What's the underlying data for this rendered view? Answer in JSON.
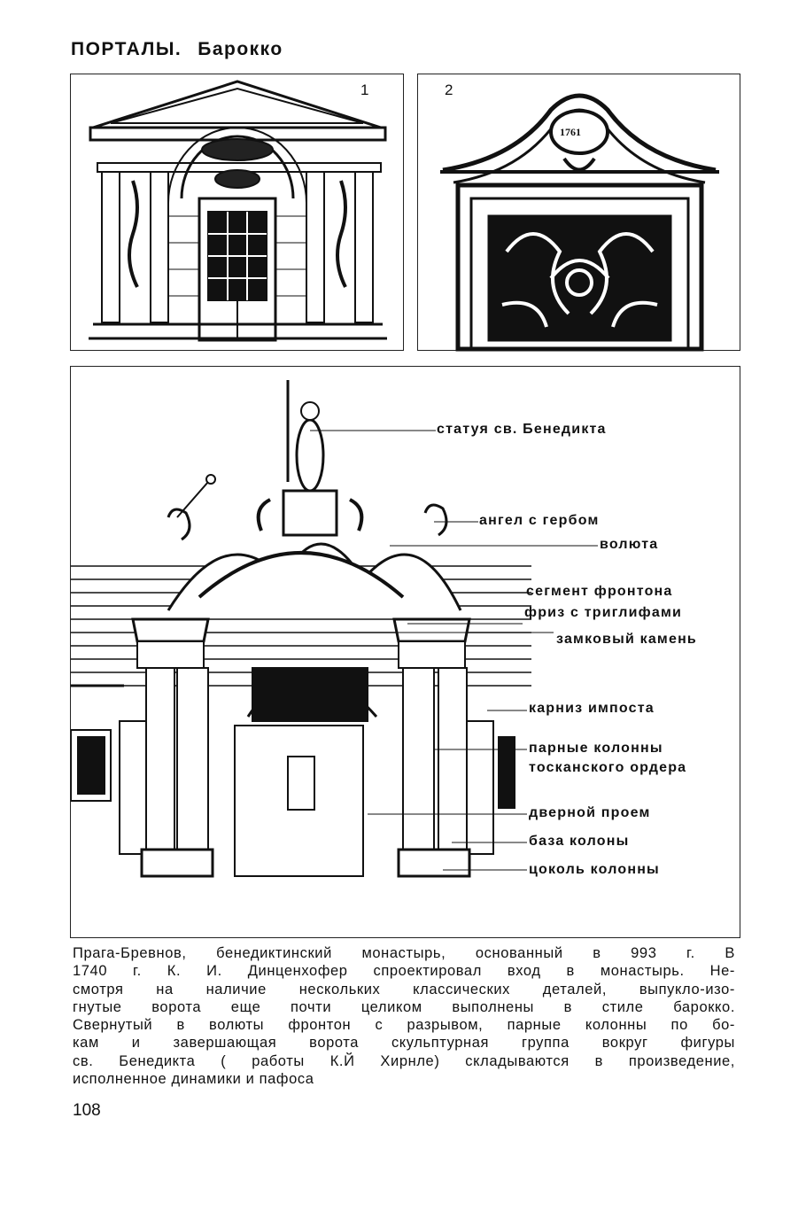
{
  "title": {
    "part1": "ПОРТАЛЫ.",
    "part2": "Барокко"
  },
  "figures": {
    "fig1_number": "1",
    "fig2_number": "2",
    "fig2_cartouche": "1761"
  },
  "labels": [
    "статуя св. Бенедикта",
    "ангел с гербом",
    "волюта",
    "сегмент фронтона",
    "фриз с триглифами",
    "замковый камень",
    "карниз импоста",
    "парные колонны",
    "тосканского ордера",
    "дверной проем",
    "база колоны",
    "цоколь колонны"
  ],
  "caption_lines": [
    "Прага-Бревнов, бенедиктинский монастырь, основанный в 993 г. В",
    "1740 г. К. И. Динценхофер спроектировал вход в монастырь. Не-",
    "смотря на наличие нескольких классических деталей, выпукло-изо-",
    "гнутые ворота еще почти целиком выполнены в стиле барокко.",
    "Свернутый в волюты фронтон с разрывом, парные колонны по бо-",
    "кам и завершающая ворота скульптурная группа вокруг фигуры",
    "св. Бенедикта ( работы К.Й Хирнле)  складываются в произведение,",
    "исполненное динамики и пафоса"
  ],
  "page_number": "108"
}
